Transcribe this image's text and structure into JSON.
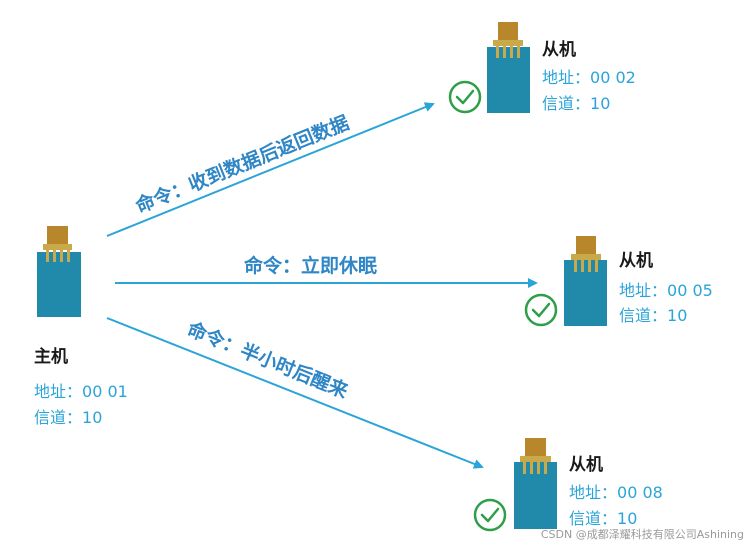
{
  "colors": {
    "module_body": "#2189aa",
    "module_top": "#b8862b",
    "module_pins": "#c9a94a",
    "arrow": "#2aa4d9",
    "check": "#2e9e4a",
    "info_text": "#2aa4d9",
    "command_text": "#2f86c6"
  },
  "master": {
    "name": "主机",
    "address_label": "地址：",
    "address_value": "00 01",
    "channel_label": "信道：",
    "channel_value": "10"
  },
  "slaves": [
    {
      "name": "从机",
      "address_label": "地址：",
      "address_value": "00 02",
      "channel_label": "信道：",
      "channel_value": "10",
      "status_icon": "check-circle-icon"
    },
    {
      "name": "从机",
      "address_label": "地址：",
      "address_value": "00 05",
      "channel_label": "信道：",
      "channel_value": "10",
      "status_icon": "check-circle-icon"
    },
    {
      "name": "从机",
      "address_label": "地址：",
      "address_value": "00 08",
      "channel_label": "信道：",
      "channel_value": "10",
      "status_icon": "check-circle-icon"
    }
  ],
  "commands": [
    "命令：收到数据后返回数据",
    "命令：立即休眠",
    "命令：半小时后醒来"
  ],
  "watermark": "CSDN @成都泽耀科技有限公司Ashining"
}
